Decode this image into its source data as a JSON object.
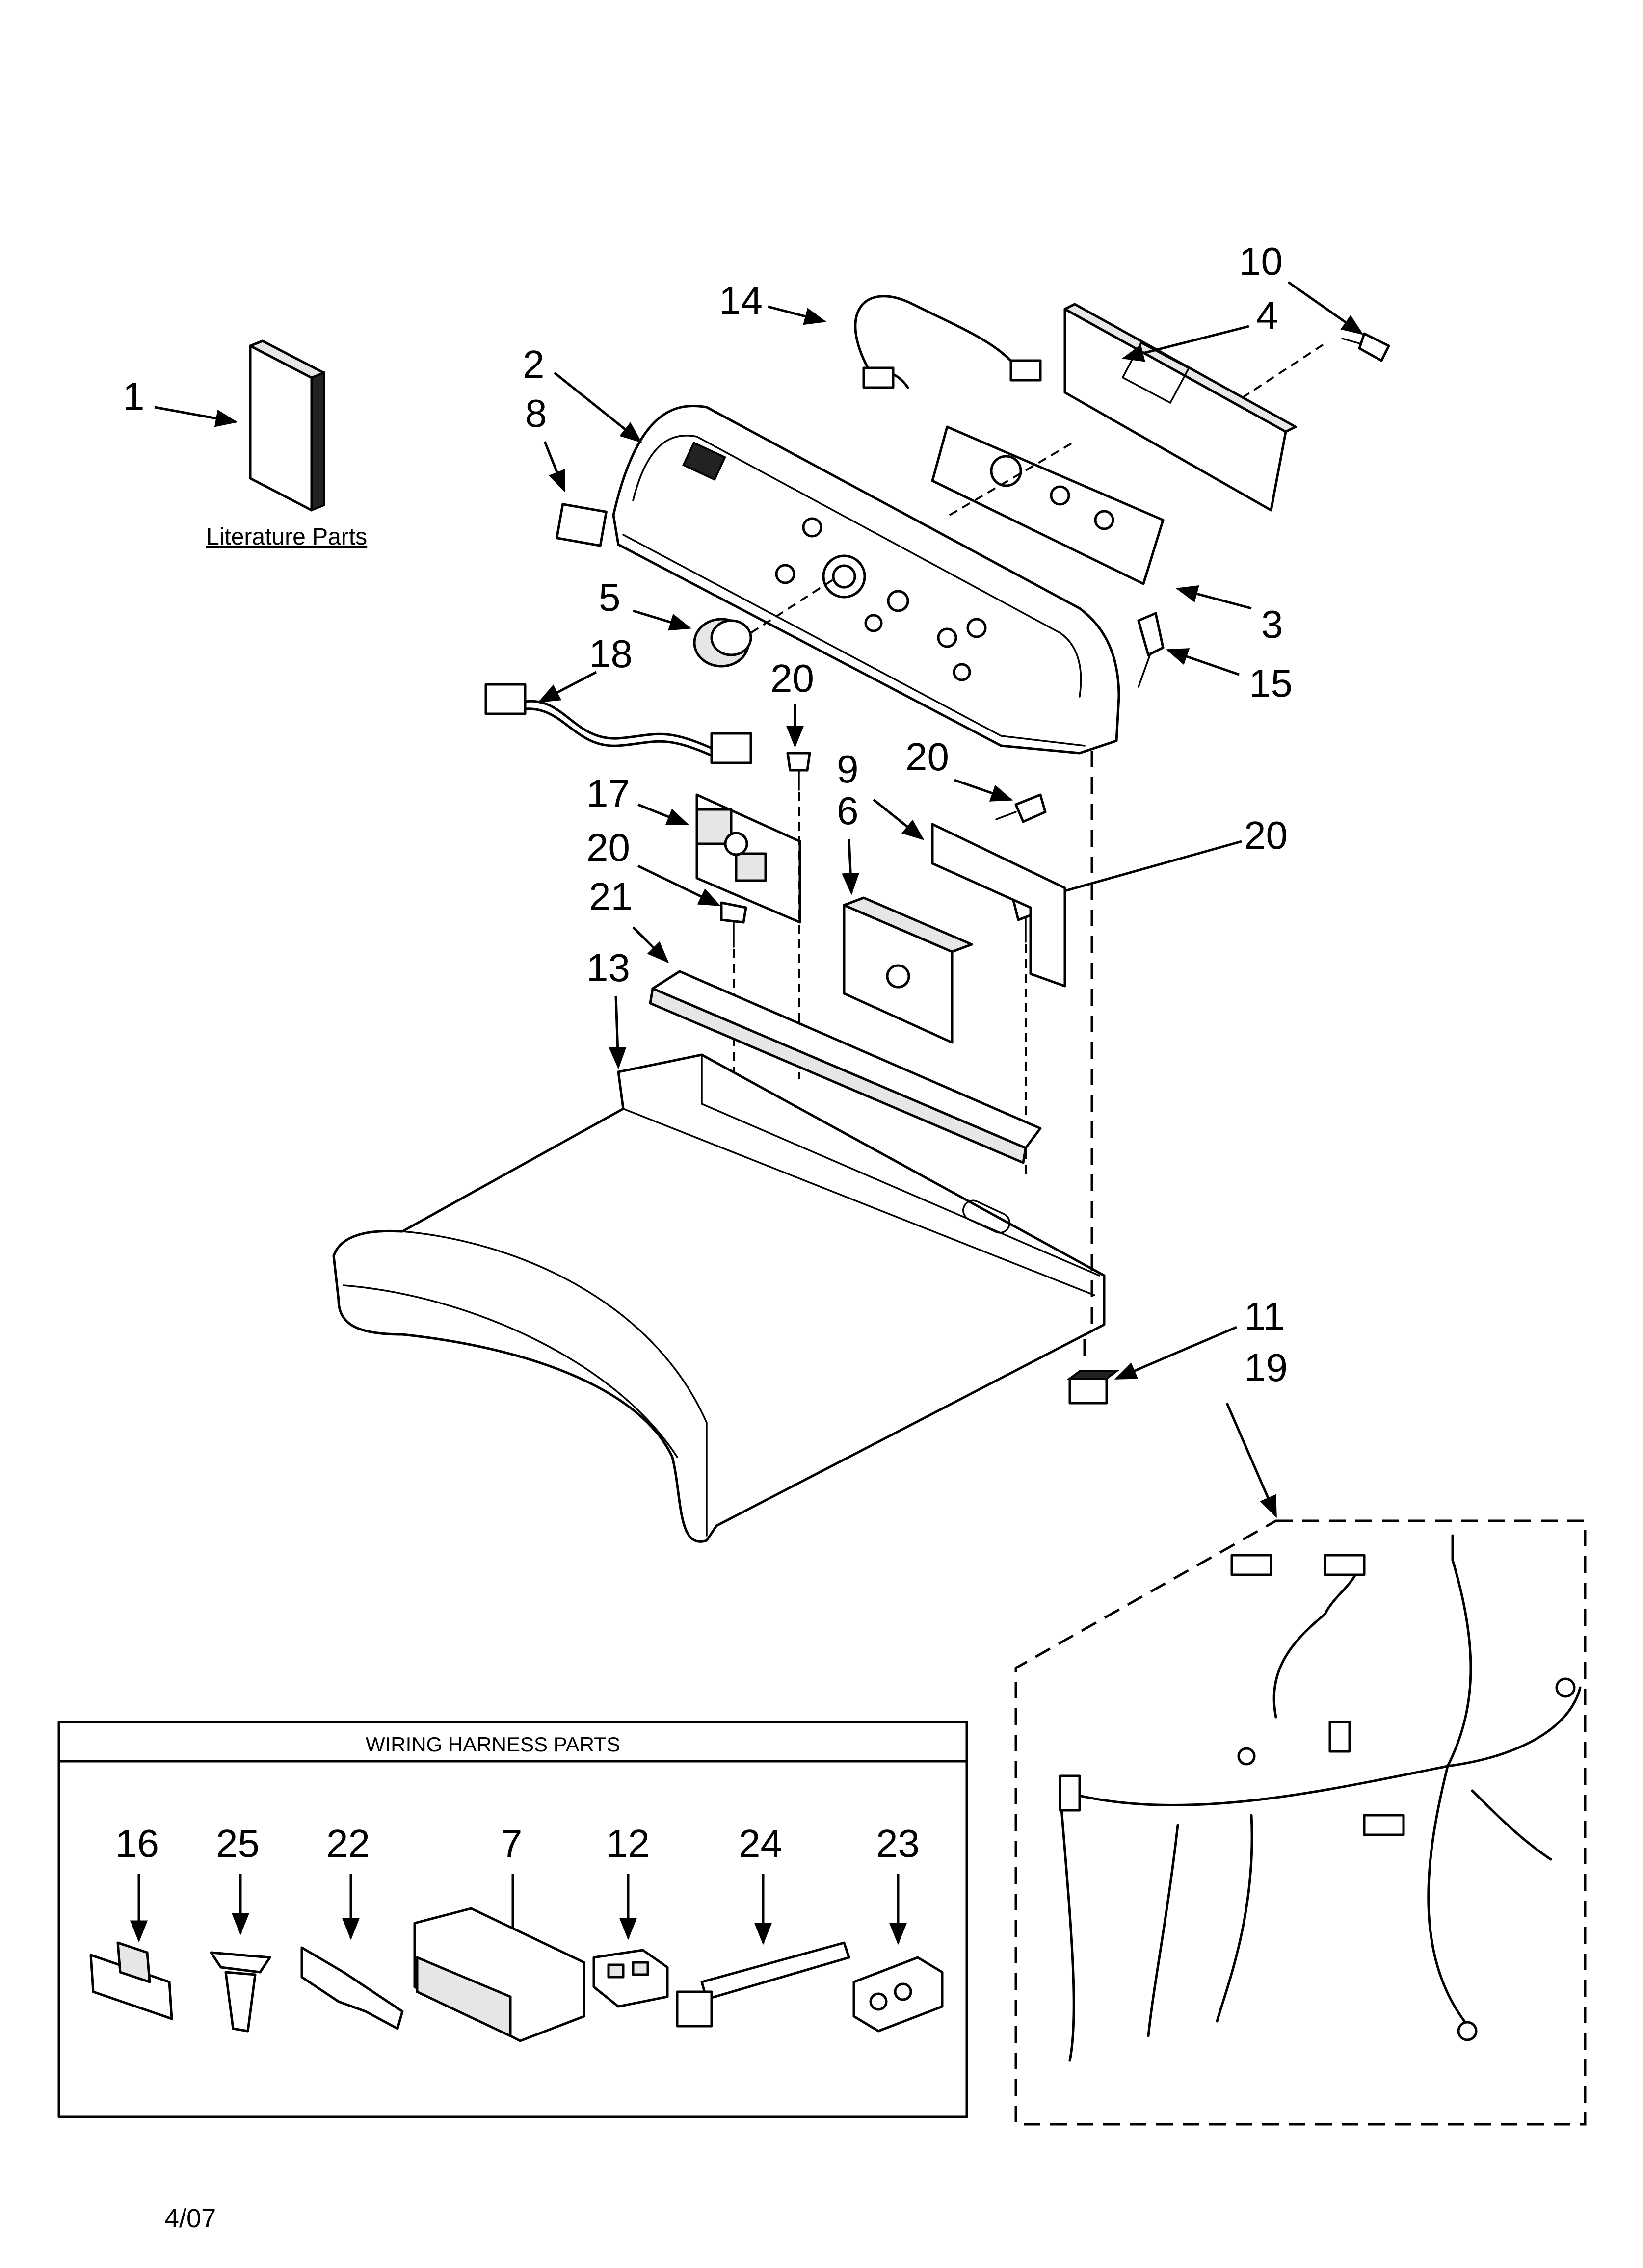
{
  "literature": {
    "label": "Literature Parts"
  },
  "wiring_box": {
    "title": "WIRING HARNESS PARTS"
  },
  "date_code": "4/07",
  "callouts": {
    "c1": "1",
    "c2": "2",
    "c3": "3",
    "c4": "4",
    "c5": "5",
    "c6": "6",
    "c8": "8",
    "c9": "9",
    "c10": "10",
    "c11": "11",
    "c13": "13",
    "c14": "14",
    "c15": "15",
    "c17": "17",
    "c18": "18",
    "c19": "19",
    "c20a": "20",
    "c20b": "20",
    "c20c": "20",
    "c20d": "20",
    "c21": "21"
  },
  "harness_parts": {
    "p16": "16",
    "p25": "25",
    "p22": "22",
    "p7": "7",
    "p12": "12",
    "p24": "24",
    "p23": "23"
  }
}
